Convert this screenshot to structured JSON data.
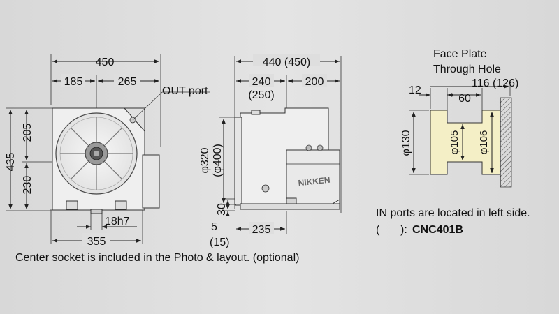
{
  "front_view": {
    "width_total": "450",
    "width_left": "185",
    "width_right": "265",
    "height_total": "435",
    "height_upper": "205",
    "height_lower": "230",
    "out_port_label": "OUT port",
    "key_width": "18h7",
    "base_width": "355"
  },
  "side_view": {
    "length_total": "440 (450)",
    "length_front": "240",
    "length_front_alt": "(250)",
    "length_rear": "200",
    "diameter": "φ320",
    "diameter_alt": "(φ400)",
    "height_30": "30",
    "height_5": "5",
    "height_5_alt": "(15)",
    "base_length": "235",
    "brand": "NIKKEN"
  },
  "face_plate": {
    "title_line1": "Face Plate",
    "title_line2": "Through Hole",
    "dim_12": "12",
    "dim_60": "60",
    "dim_116": "116 (126)",
    "dia_130": "φ130",
    "dia_105": "φ105",
    "dia_106": "φ106"
  },
  "notes": {
    "center_socket": "Center socket is included in the Photo & layout. (optional)",
    "in_ports": "IN ports are located in left side.",
    "model_paren_open": "(",
    "model_paren_close": "):",
    "model": "CNC401B"
  },
  "colors": {
    "background": "#dcdcdc",
    "body": "#efefef",
    "face_plate_fill": "#f4efc6",
    "line": "#222222"
  }
}
